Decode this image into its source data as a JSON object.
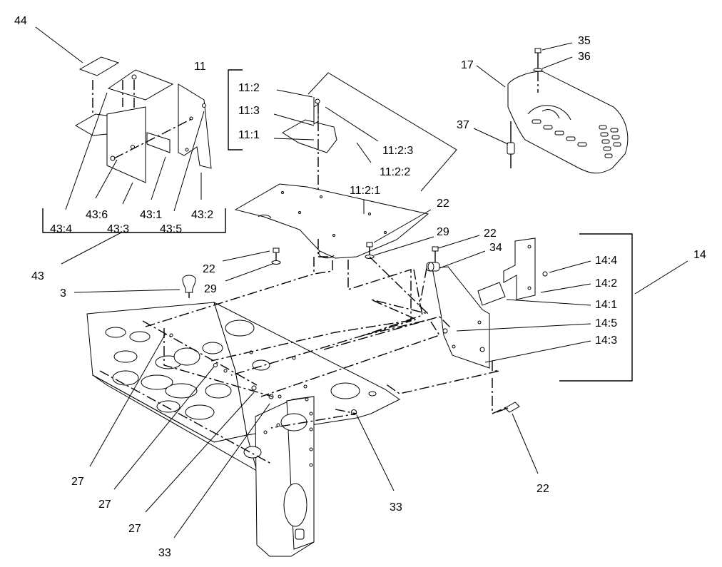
{
  "labels": {
    "l44": "44",
    "l11": "11",
    "l11_2": "11:2",
    "l11_3": "11:3",
    "l11_1": "11:1",
    "l11_2_3": "11:2:3",
    "l11_2_2": "11:2:2",
    "l11_2_1": "11:2:1",
    "l35": "35",
    "l36": "36",
    "l17": "17",
    "l37": "37",
    "l43_6": "43:6",
    "l43_1": "43:1",
    "l43_2": "43:2",
    "l43_4": "43:4",
    "l43_3": "43:3",
    "l43_5": "43:5",
    "l43": "43",
    "l22_a": "22",
    "l29_a": "29",
    "l22_b": "22",
    "l34": "34",
    "l14": "14",
    "l14_4": "14:4",
    "l14_2": "14:2",
    "l14_1": "14:1",
    "l14_5": "14:5",
    "l14_3": "14:3",
    "l22_c": "22",
    "l29_b": "29",
    "l3": "3",
    "l27_a": "27",
    "l27_b": "27",
    "l27_c": "27",
    "l33_a": "33",
    "l33_b": "33",
    "l22_d": "22"
  }
}
